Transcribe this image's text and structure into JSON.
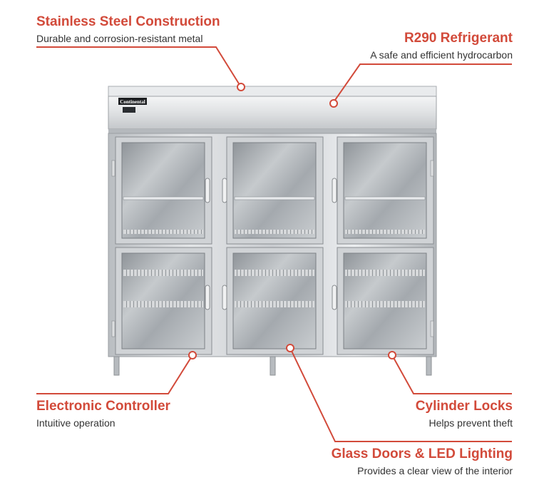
{
  "brand": {
    "logo_text": "Continental",
    "accent_color": "#d24a3a"
  },
  "callouts": {
    "stainless": {
      "title": "Stainless Steel Construction",
      "desc": "Durable and corrosion-resistant metal"
    },
    "r290": {
      "title": "R290 Refrigerant",
      "desc": "A safe and efficient hydrocarbon"
    },
    "controller": {
      "title": "Electronic Controller",
      "desc": "Intuitive operation"
    },
    "locks": {
      "title": "Cylinder Locks",
      "desc": "Helps prevent theft"
    },
    "glass": {
      "title": "Glass Doors & LED Lighting",
      "desc": "Provides a clear view of the interior"
    }
  }
}
